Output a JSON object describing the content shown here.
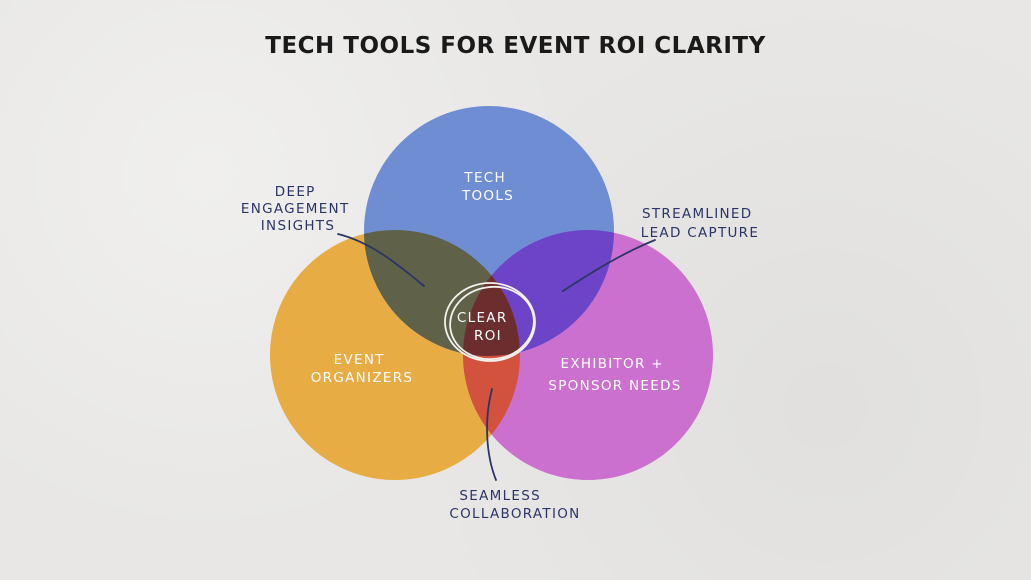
{
  "title": "TECH TOOLS FOR EVENT ROI CLARITY",
  "circles": {
    "tech_tools": {
      "line1": "TECH",
      "line2": "TOOLS",
      "color": "#6f8dd3"
    },
    "event_organizers": {
      "line1": "EVENT",
      "line2": "ORGANIZERS",
      "color": "#e8ac45"
    },
    "exhibitor_sponsor": {
      "line1": "EXHIBITOR +",
      "line2": "SPONSOR NEEDS",
      "color": "#cc70cf"
    }
  },
  "center": {
    "line1": "CLEAR",
    "line2": "ROI",
    "color": "#6b2d2e"
  },
  "callouts": {
    "deep_engagement": {
      "line1": "DEEP",
      "line2": "ENGAGEMENT",
      "line3": "INSIGHTS"
    },
    "streamlined_lead": {
      "line1": "STREAMLINED",
      "line2": "LEAD CAPTURE"
    },
    "seamless_collab": {
      "line1": "SEAMLESS",
      "line2": "COLLABORATION"
    }
  },
  "overlap_colors": {
    "tech_organizers": "#5f6148",
    "tech_exhibitor": "#6d44c8",
    "organizers_exhibitor": "#d2523e"
  }
}
